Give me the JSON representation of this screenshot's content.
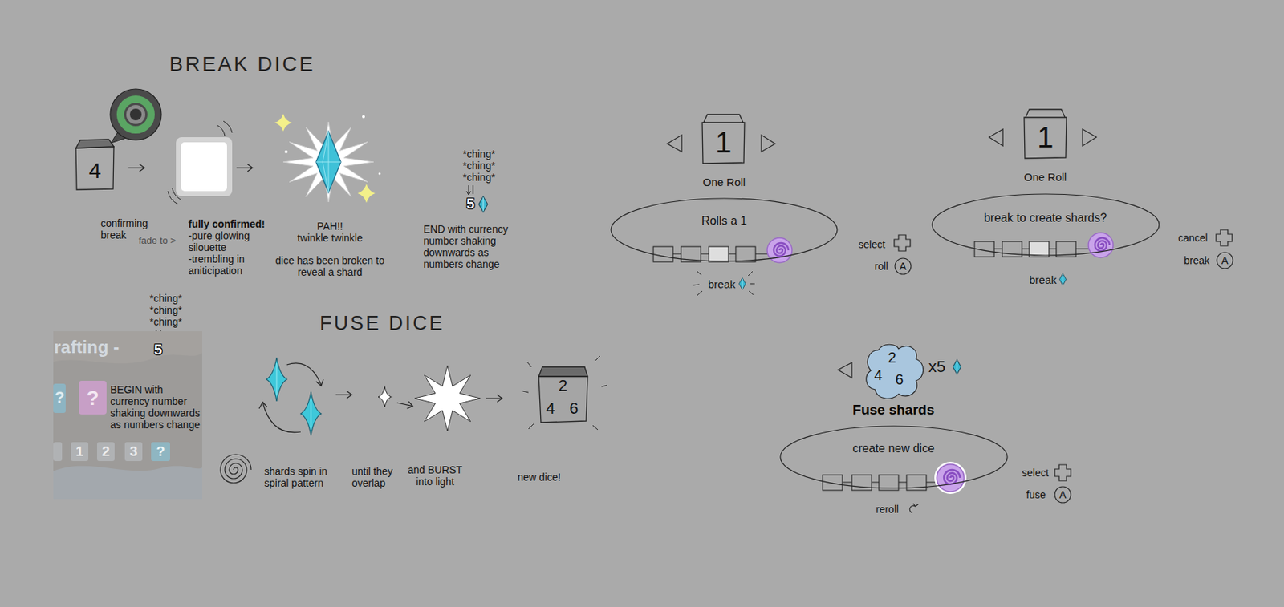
{
  "diagram": {
    "title": "BREAK DICE",
    "nodes": [
      {
        "text": [
          "4"
        ]
      },
      {
        "text": [
          "1"
        ]
      },
      {
        "text": [
          "Rolls a 1"
        ]
      },
      {
        "text": [
          "1"
        ]
      },
      {
        "text": [
          "break to create shards?"
        ]
      },
      {
        "text": [
          "rafting -",
          "?",
          "?",
          "1",
          "2",
          "3",
          "?",
          "BEGIN with currency number shaking downwards as numbers change"
        ]
      },
      {
        "text": [
          "2",
          "4",
          "6"
        ]
      },
      {
        "text": [
          "2",
          "4",
          "6"
        ]
      },
      {
        "text": [
          "create new dice"
        ]
      }
    ],
    "labels": [
      "FUSE DICE",
      "confirming break",
      "fade to >",
      "fully confirmed!",
      "-pure glowing silouette",
      "-trembling in aniticipation",
      "PAH!!",
      "twinkle twinkle",
      "dice has been broken to reveal a shard",
      "*ching* *ching* *ching*",
      "5",
      "END with currency number shaking downwards as numbers change",
      "*ching* *ching* *ching*",
      "5",
      "shards spin in spiral pattern",
      "until they overlap",
      "and BURST into light",
      "new dice!",
      "One Roll",
      "break",
      "select",
      "roll",
      "A",
      "One Roll",
      "break",
      "cancel",
      "break",
      "A",
      "x5",
      "Fuse shards",
      "select",
      "fuse",
      "A",
      "reroll"
    ]
  }
}
